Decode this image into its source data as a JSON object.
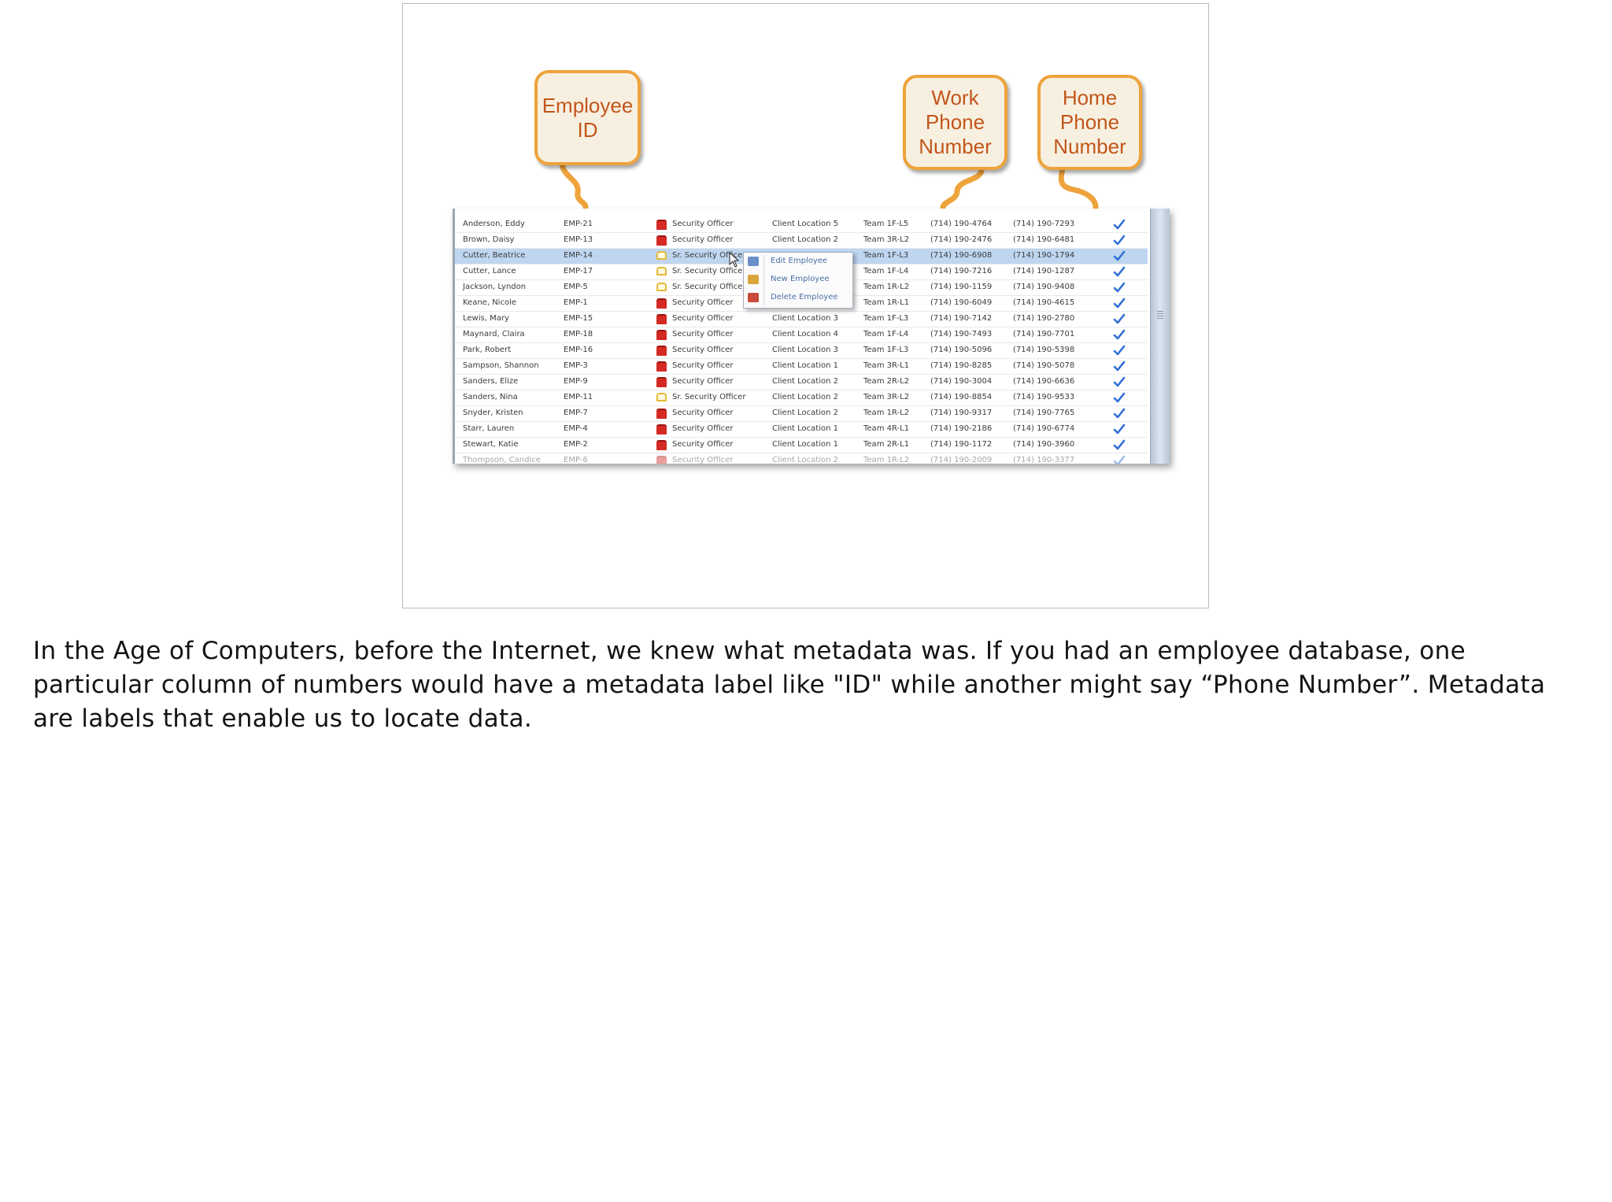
{
  "callouts": {
    "employee_id": "Employee\nID",
    "work_phone": "Work\nPhone\nNumber",
    "home_phone": "Home\nPhone\nNumber"
  },
  "colors": {
    "callout_border": "#eea33b",
    "callout_fill": "#f7f0e1",
    "callout_text": "#c2561a",
    "selection": "#bfd6f0",
    "check": "#2f6fd6"
  },
  "rows": [
    {
      "name": "Anderson, Eddy",
      "id": "EMP-21",
      "role_icon": "red-bag-icon",
      "role": "Security Officer",
      "location": "Client Location 5",
      "team": "Team 1F-L5",
      "work": "(714) 190-4764",
      "home": "(714) 190-7293",
      "check": true
    },
    {
      "name": "Brown, Daisy",
      "id": "EMP-13",
      "role_icon": "red-bag-icon",
      "role": "Security Officer",
      "location": "Client Location 2",
      "team": "Team 3R-L2",
      "work": "(714) 190-2476",
      "home": "(714) 190-6481",
      "check": true
    },
    {
      "name": "Cutter, Beatrice",
      "id": "EMP-14",
      "role_icon": "yellow-bag-icon",
      "role": "Sr. Security Officer",
      "location": "",
      "team": "Team 1F-L3",
      "work": "(714) 190-6908",
      "home": "(714) 190-1794",
      "check": true
    },
    {
      "name": "Cutter, Lance",
      "id": "EMP-17",
      "role_icon": "yellow-bag-icon",
      "role": "Sr. Security Officer",
      "location": "",
      "team": "Team 1F-L4",
      "work": "(714) 190-7216",
      "home": "(714) 190-1287",
      "check": true
    },
    {
      "name": "Jackson, Lyndon",
      "id": "EMP-5",
      "role_icon": "yellow-bag-icon",
      "role": "Sr. Security Officer",
      "location": "",
      "team": "Team 1R-L2",
      "work": "(714) 190-1159",
      "home": "(714) 190-9408",
      "check": true
    },
    {
      "name": "Keane, Nicole",
      "id": "EMP-1",
      "role_icon": "red-bag-icon",
      "role": "Security Officer",
      "location": "",
      "team": "Team 1R-L1",
      "work": "(714) 190-6049",
      "home": "(714) 190-4615",
      "check": true
    },
    {
      "name": "Lewis, Mary",
      "id": "EMP-15",
      "role_icon": "red-bag-icon",
      "role": "Security Officer",
      "location": "Client Location 3",
      "team": "Team 1F-L3",
      "work": "(714) 190-7142",
      "home": "(714) 190-2780",
      "check": true
    },
    {
      "name": "Maynard, Claira",
      "id": "EMP-18",
      "role_icon": "red-bag-icon",
      "role": "Security Officer",
      "location": "Client Location 4",
      "team": "Team 1F-L4",
      "work": "(714) 190-7493",
      "home": "(714) 190-7701",
      "check": true
    },
    {
      "name": "Park, Robert",
      "id": "EMP-16",
      "role_icon": "red-bag-icon",
      "role": "Security Officer",
      "location": "Client Location 3",
      "team": "Team 1F-L3",
      "work": "(714) 190-5096",
      "home": "(714) 190-5398",
      "check": true
    },
    {
      "name": "Sampson, Shannon",
      "id": "EMP-3",
      "role_icon": "red-bag-icon",
      "role": "Security Officer",
      "location": "Client Location 1",
      "team": "Team 3R-L1",
      "work": "(714) 190-8285",
      "home": "(714) 190-5078",
      "check": true
    },
    {
      "name": "Sanders, Elize",
      "id": "EMP-9",
      "role_icon": "red-bag-icon",
      "role": "Security Officer",
      "location": "Client Location 2",
      "team": "Team 2R-L2",
      "work": "(714) 190-3004",
      "home": "(714) 190-6636",
      "check": true
    },
    {
      "name": "Sanders, Nina",
      "id": "EMP-11",
      "role_icon": "yellow-bag-icon",
      "role": "Sr. Security Officer",
      "location": "Client Location 2",
      "team": "Team 3R-L2",
      "work": "(714) 190-8854",
      "home": "(714) 190-9533",
      "check": true
    },
    {
      "name": "Snyder, Kristen",
      "id": "EMP-7",
      "role_icon": "red-bag-icon",
      "role": "Security Officer",
      "location": "Client Location 2",
      "team": "Team 1R-L2",
      "work": "(714) 190-9317",
      "home": "(714) 190-7765",
      "check": true
    },
    {
      "name": "Starr, Lauren",
      "id": "EMP-4",
      "role_icon": "red-bag-icon",
      "role": "Security Officer",
      "location": "Client Location 1",
      "team": "Team 4R-L1",
      "work": "(714) 190-2186",
      "home": "(714) 190-6774",
      "check": true
    },
    {
      "name": "Stewart, Katie",
      "id": "EMP-2",
      "role_icon": "red-bag-icon",
      "role": "Security Officer",
      "location": "Client Location 1",
      "team": "Team 2R-L1",
      "work": "(714) 190-1172",
      "home": "(714) 190-3960",
      "check": true
    },
    {
      "name": "Thompson, Candice",
      "id": "EMP-6",
      "role_icon": "red-bag-icon",
      "role": "Security Officer",
      "location": "Client Location 2",
      "team": "Team 1R-L2",
      "work": "(714) 190-2009",
      "home": "(714) 190-3377",
      "check": true
    }
  ],
  "selected_row": 2,
  "faded_row": 15,
  "context_menu": {
    "items": [
      {
        "label": "Edit Employee",
        "icon": "edit-employee-icon"
      },
      {
        "label": "New Employee",
        "icon": "new-employee-icon"
      },
      {
        "label": "Delete Employee",
        "icon": "delete-employee-icon"
      }
    ]
  },
  "caption": "In the Age of Computers, before the Internet, we knew what metadata was. If you had an employee database, one particular column of numbers would have a metadata label like \"ID\" while another might say “Phone Number”. Metadata are labels that enable us to locate data."
}
